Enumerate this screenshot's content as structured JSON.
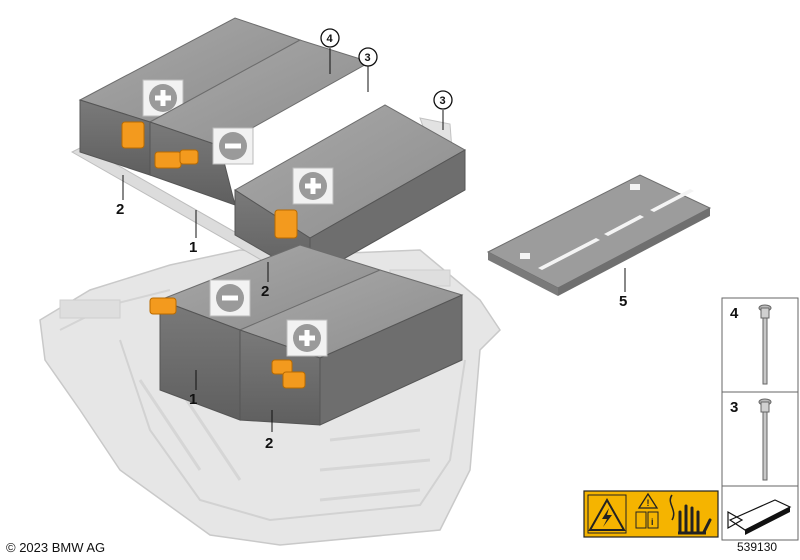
{
  "callouts": [
    {
      "id": "c1",
      "text": "1"
    },
    {
      "id": "c2",
      "text": "2"
    },
    {
      "id": "c3",
      "text": "2"
    },
    {
      "id": "c4",
      "text": "1"
    },
    {
      "id": "c5",
      "text": "2"
    },
    {
      "id": "c6",
      "text": "5"
    },
    {
      "id": "c7",
      "text": "4"
    },
    {
      "id": "c8",
      "text": "3"
    },
    {
      "id": "c9",
      "text": "3"
    }
  ],
  "parts_panel": [
    {
      "label": "4",
      "part": "long bolt"
    },
    {
      "label": "3",
      "part": "bolt"
    }
  ],
  "warning_icons": [
    "high-voltage-warning-icon",
    "caution-read-manual-icon",
    "no-touch-hand-icon"
  ],
  "colors": {
    "module": "#8f8f8f",
    "tray": "#e4e4e4",
    "connector": "#f39a1e",
    "warning": "#f5b400"
  },
  "footer": {
    "copyright": "© 2023 BMW AG",
    "diagram_number": "539130"
  }
}
